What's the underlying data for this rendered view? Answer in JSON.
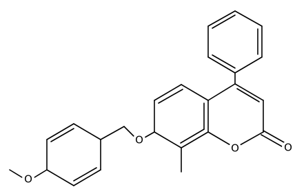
{
  "atoms": {
    "ether_oxygen": "O",
    "ring_oxygen": "O",
    "carbonyl_oxygen": "O",
    "methoxy_label": "O"
  },
  "colors": {
    "bond": "#000000",
    "background": "#ffffff"
  }
}
